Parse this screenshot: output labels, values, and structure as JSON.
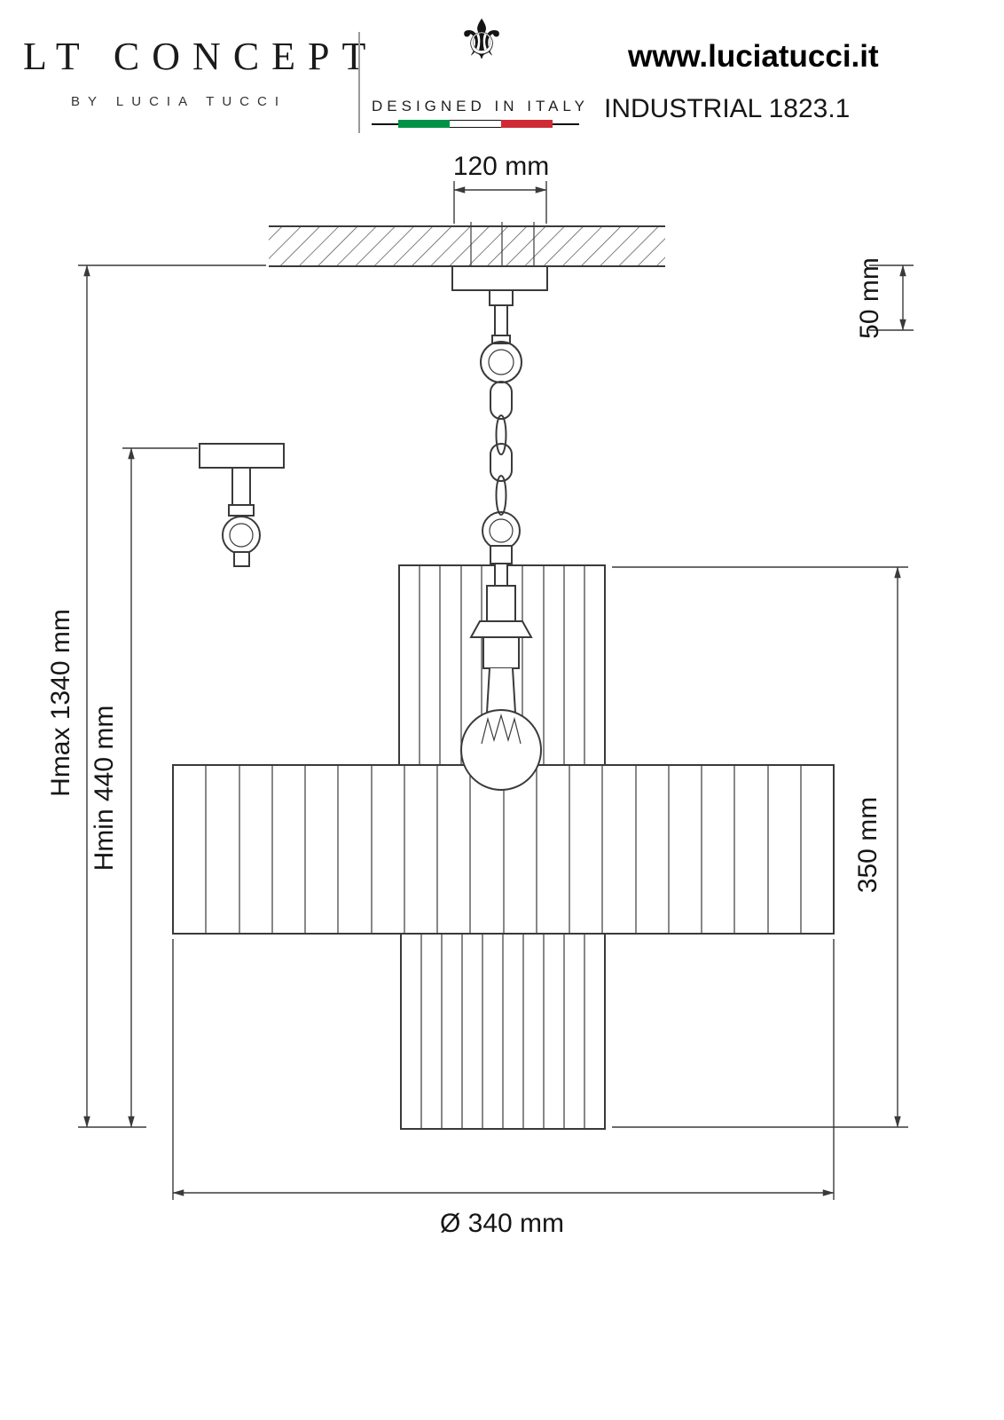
{
  "header": {
    "brand": "LT CONCEPT",
    "brand_sub": "BY LUCIA TUCCI",
    "fleur_icon": "⚜",
    "designed_in": "DESIGNED IN ITALY",
    "website": "www.luciatucci.it",
    "product": "INDUSTRIAL 1823.1",
    "flag_green": "#009246",
    "flag_white": "#ffffff",
    "flag_red": "#ce2b37"
  },
  "drawing": {
    "line_color": "#3a3a3a",
    "dimensions": {
      "canopy_width": "120 mm",
      "canopy_height": "50 mm",
      "height_max": "Hmax 1340 mm",
      "height_min": "Hmin 440 mm",
      "body_height": "350 mm",
      "diameter": "Ø 340 mm"
    }
  }
}
